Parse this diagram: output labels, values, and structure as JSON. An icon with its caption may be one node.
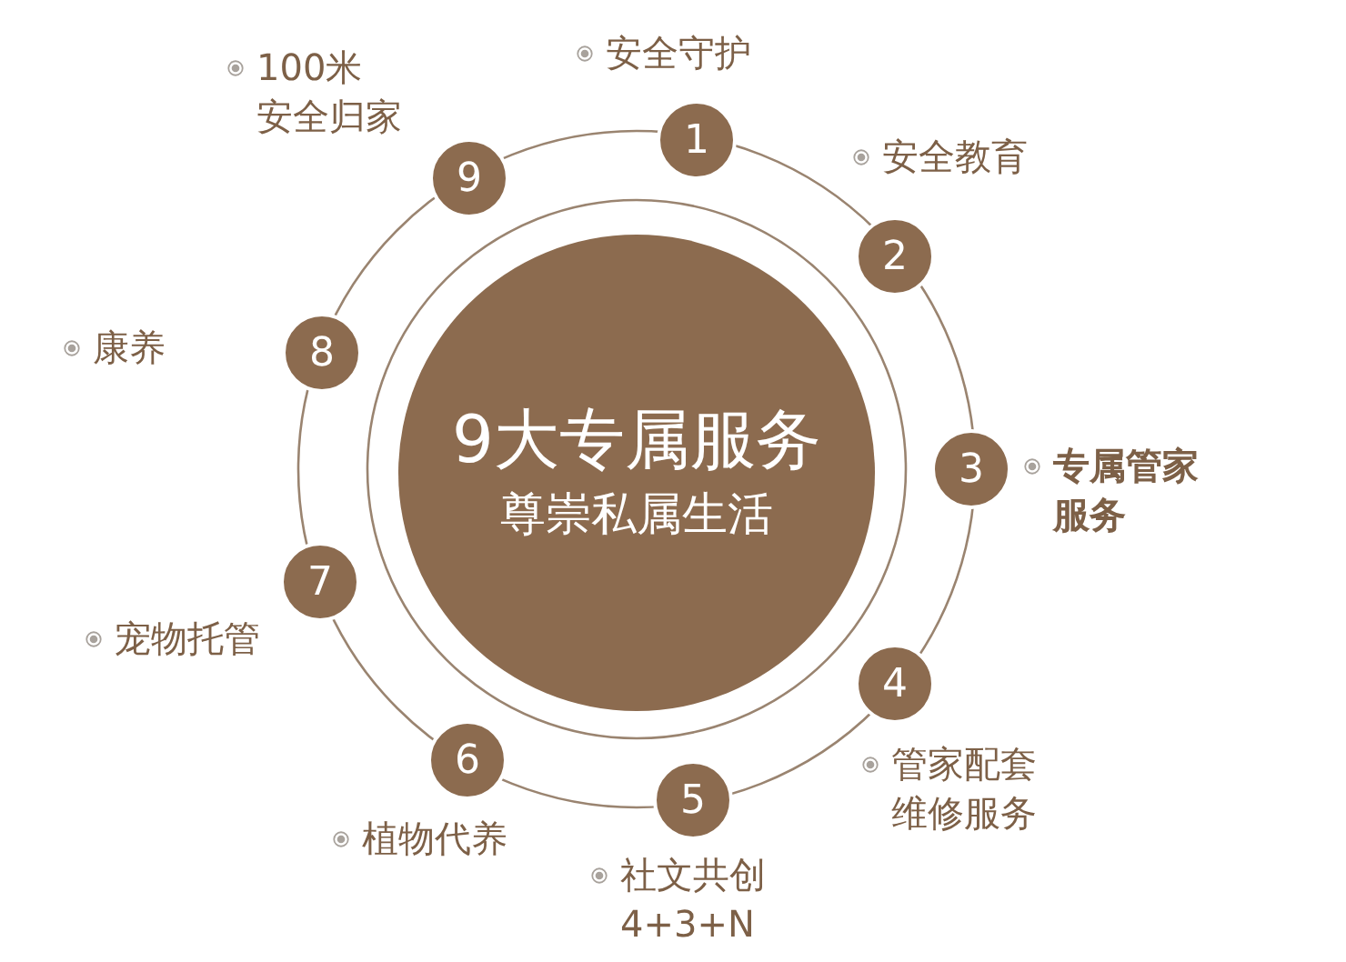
{
  "diagram": {
    "nodes": [
      {
        "text": [
          "9大专属服务",
          "尊崇私属生活"
        ]
      },
      {
        "text": [
          "1"
        ],
        "beside": [
          "安全守护"
        ]
      },
      {
        "text": [
          "2"
        ],
        "beside": [
          "安全教育"
        ]
      },
      {
        "text": [
          "3"
        ],
        "beside": [
          "专属管家服务"
        ]
      },
      {
        "text": [
          "4"
        ],
        "beside": [
          "管家配套维修服务"
        ]
      },
      {
        "text": [
          "5"
        ],
        "beside": [
          "社文共创4+3+N"
        ]
      },
      {
        "text": [
          "6"
        ],
        "beside": [
          "植物代养"
        ]
      },
      {
        "text": [
          "7"
        ],
        "beside": [
          "宠物托管"
        ]
      },
      {
        "text": [
          "8"
        ],
        "beside": [
          "康养"
        ]
      },
      {
        "text": [
          "9"
        ],
        "beside": [
          "100米安全归家"
        ]
      }
    ]
  }
}
